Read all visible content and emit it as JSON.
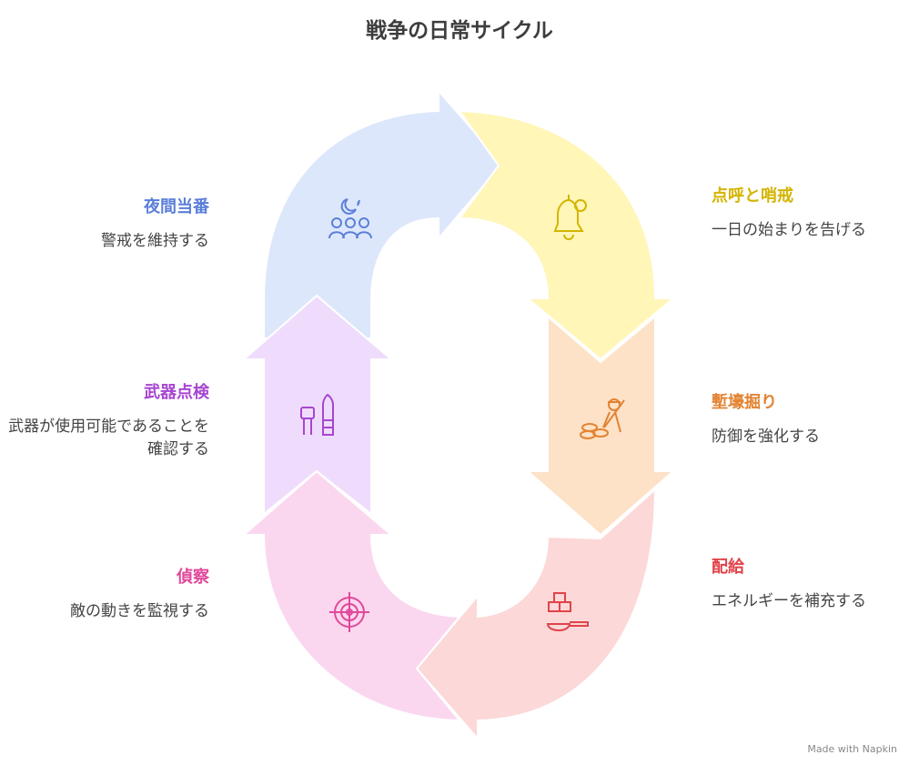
{
  "title": "戦争の日常サイクル",
  "steps": [
    {
      "title": "夜間当番",
      "desc": "警戒を維持する",
      "color": "#5b7fd9",
      "icon": "night-watch-icon"
    },
    {
      "title": "点呼と哨戒",
      "desc": "一日の始まりを告げる",
      "color": "#d4b400",
      "icon": "bell-icon"
    },
    {
      "title": "塹壕掘り",
      "desc": "防御を強化する",
      "color": "#e38332",
      "icon": "soldier-digging-icon"
    },
    {
      "title": "配給",
      "desc": "エネルギーを補充する",
      "color": "#e0434a",
      "icon": "food-ration-icon"
    },
    {
      "title": "偵察",
      "desc": "敵の動きを監視する",
      "color": "#e0489a",
      "icon": "crosshair-icon"
    },
    {
      "title": "武器点検",
      "desc": "武器が使用可能であることを確認する",
      "color": "#a745d0",
      "icon": "weapon-icon"
    }
  ],
  "segment_colors": {
    "night": "#dde7fb",
    "roll_call": "#fff6b8",
    "trench": "#fde2c8",
    "ration": "#fdd8d8",
    "recon": "#fbd7ef",
    "weapon": "#efdcfc"
  },
  "watermark": "Made with Napkin"
}
